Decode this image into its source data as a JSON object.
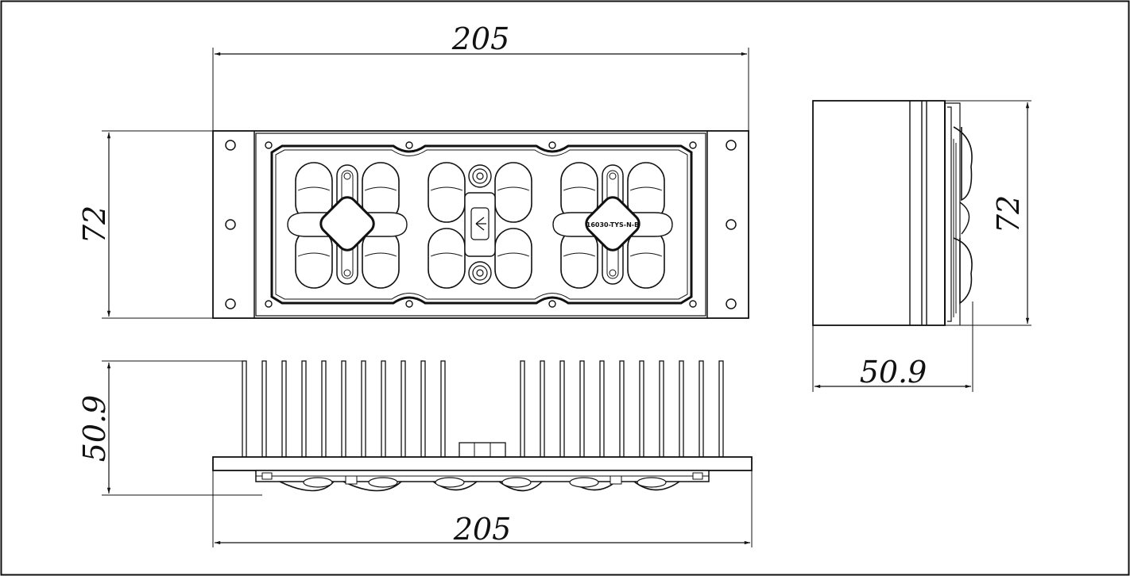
{
  "drawing": {
    "top_view": {
      "width_label": "205",
      "height_label": "72",
      "left_module_marking": "16030-TYS-N-B"
    },
    "side_view": {
      "height_label": "72",
      "depth_label": "50.9"
    },
    "front_view": {
      "height_label": "50.9",
      "width_label": "205"
    }
  }
}
